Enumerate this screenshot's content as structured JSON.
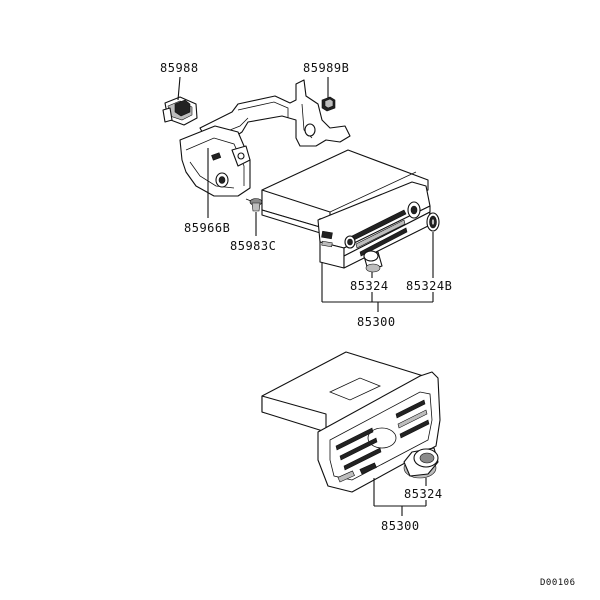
{
  "labels": {
    "bracket_clip": "85988",
    "bracket_bolt": "85989B",
    "bracket": "85966B",
    "screw": "85983C",
    "knob_upper": "85324",
    "knob_cap": "85324B",
    "radio_upper": "85300",
    "knob_lower": "85324",
    "radio_lower": "85300"
  },
  "diagram_code": "D00106"
}
